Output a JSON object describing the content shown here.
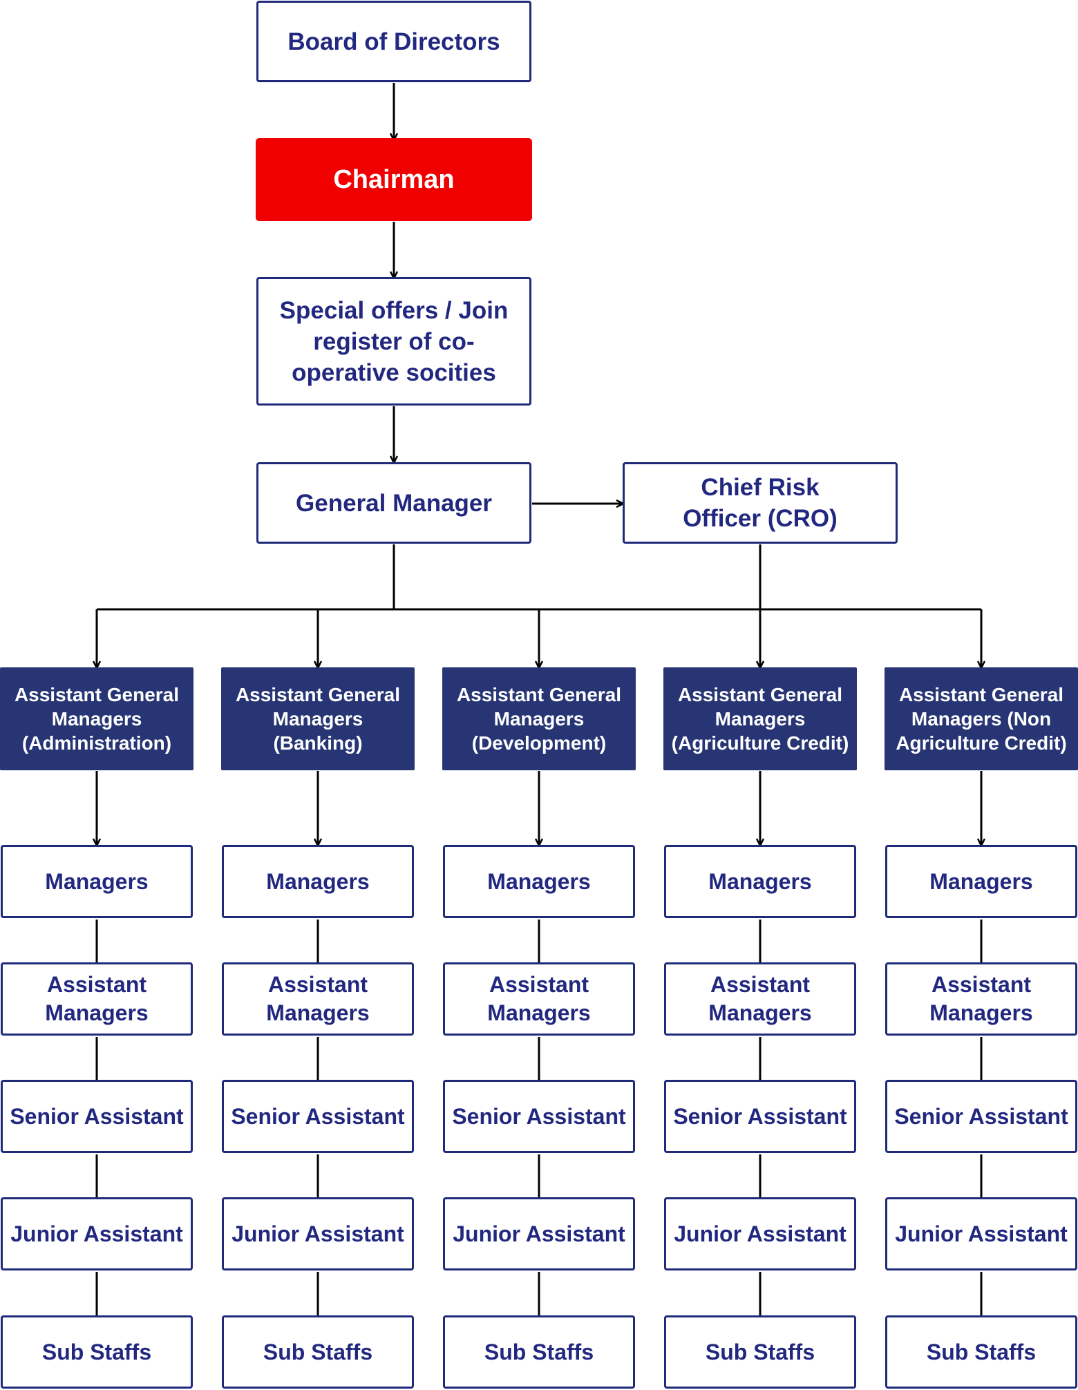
{
  "colors": {
    "outline_text": "#22287f",
    "outline_border": "#1f2a7a",
    "chairman_fill": "#f00000",
    "agm_fill": "#283574",
    "connector": "#000000"
  },
  "nodes": {
    "board": "Board of Directors",
    "chairman": "Chairman",
    "special": "Special offers / Join register of co-operative socities",
    "gm": "General Manager",
    "cro": "Chief Risk Officer (CRO)"
  },
  "agms": [
    "Assistant General Managers (Administration)",
    "Assistant General Managers (Banking)",
    "Assistant General Managers (Development)",
    "Assistant General Managers (Agriculture Credit)",
    "Assistant General Managers (Non Agriculture Credit)"
  ],
  "levels": [
    "Managers",
    "Assistant Managers",
    "Senior Assistant",
    "Junior Assistant",
    "Sub Staffs"
  ]
}
